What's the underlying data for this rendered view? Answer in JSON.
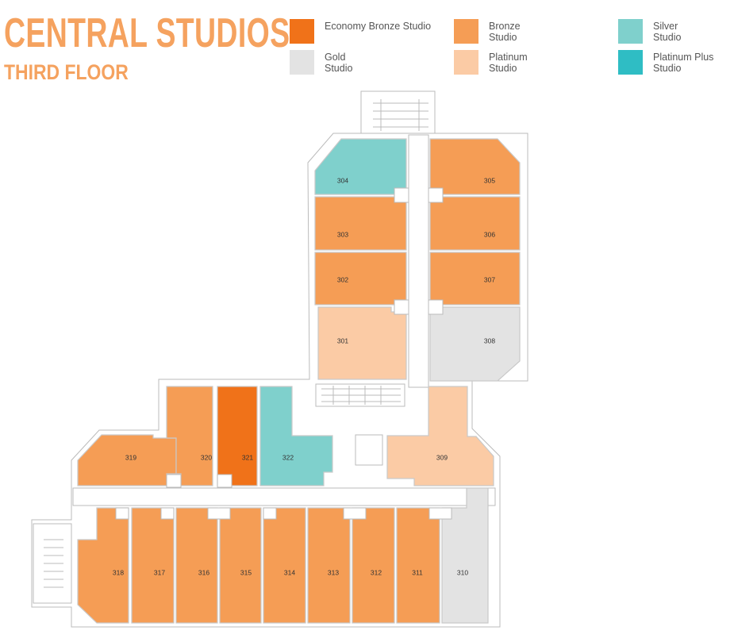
{
  "header": {
    "title": "CENTRAL STUDIOS",
    "subtitle": "THIRD FLOOR"
  },
  "legend": [
    {
      "label": "Economy Bronze Studio",
      "color": "#F07219"
    },
    {
      "label": "Bronze Studio",
      "color": "#F59D55"
    },
    {
      "label": "Silver Studio",
      "color": "#7FD0CC"
    },
    {
      "label": "Gold Studio",
      "color": "#E3E3E3"
    },
    {
      "label": "Platinum Studio",
      "color": "#FBCBA5"
    },
    {
      "label": "Platinum Plus Studio",
      "color": "#2FBDC4"
    }
  ],
  "rooms": [
    {
      "number": "301",
      "type": "Platinum Studio"
    },
    {
      "number": "302",
      "type": "Bronze Studio"
    },
    {
      "number": "303",
      "type": "Bronze Studio"
    },
    {
      "number": "304",
      "type": "Silver Studio"
    },
    {
      "number": "305",
      "type": "Bronze Studio"
    },
    {
      "number": "306",
      "type": "Bronze Studio"
    },
    {
      "number": "307",
      "type": "Bronze Studio"
    },
    {
      "number": "308",
      "type": "Gold Studio"
    },
    {
      "number": "309",
      "type": "Platinum Studio"
    },
    {
      "number": "310",
      "type": "Gold Studio"
    },
    {
      "number": "311",
      "type": "Bronze Studio"
    },
    {
      "number": "312",
      "type": "Bronze Studio"
    },
    {
      "number": "313",
      "type": "Bronze Studio"
    },
    {
      "number": "314",
      "type": "Bronze Studio"
    },
    {
      "number": "315",
      "type": "Bronze Studio"
    },
    {
      "number": "316",
      "type": "Bronze Studio"
    },
    {
      "number": "317",
      "type": "Bronze Studio"
    },
    {
      "number": "318",
      "type": "Bronze Studio"
    },
    {
      "number": "319",
      "type": "Bronze Studio"
    },
    {
      "number": "320",
      "type": "Bronze Studio"
    },
    {
      "number": "321",
      "type": "Economy Bronze Studio"
    },
    {
      "number": "322",
      "type": "Silver Studio"
    }
  ]
}
